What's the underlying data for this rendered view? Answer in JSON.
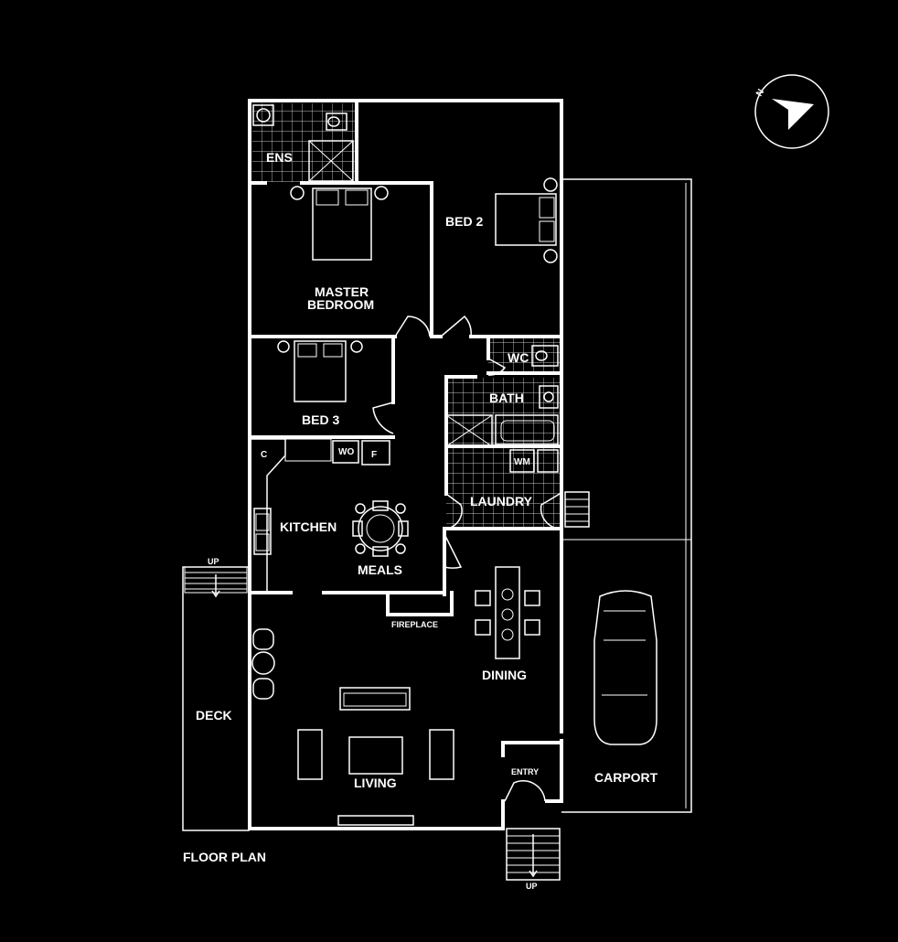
{
  "title": "FLOOR PLAN",
  "rooms": {
    "ens": "ENS",
    "bed2": "BED 2",
    "master_line1": "MASTER",
    "master_line2": "BEDROOM",
    "wc": "WC",
    "bath": "BATH",
    "bed3": "BED 3",
    "c": "C",
    "wo": "WO",
    "f": "F",
    "wm": "WM",
    "laundry": "LAUNDRY",
    "kitchen": "KITCHEN",
    "meals": "MEALS",
    "fireplace": "FIREPLACE",
    "dining": "DINING",
    "deck": "DECK",
    "living": "LIVING",
    "entry": "ENTRY",
    "carport": "CARPORT"
  },
  "stairs": {
    "deck_up": "UP",
    "entry_up": "UP"
  },
  "compass": {
    "north_letter": "N",
    "icon": "north-arrow-icon"
  },
  "colors": {
    "background": "#000000",
    "lines": "#ffffff"
  }
}
